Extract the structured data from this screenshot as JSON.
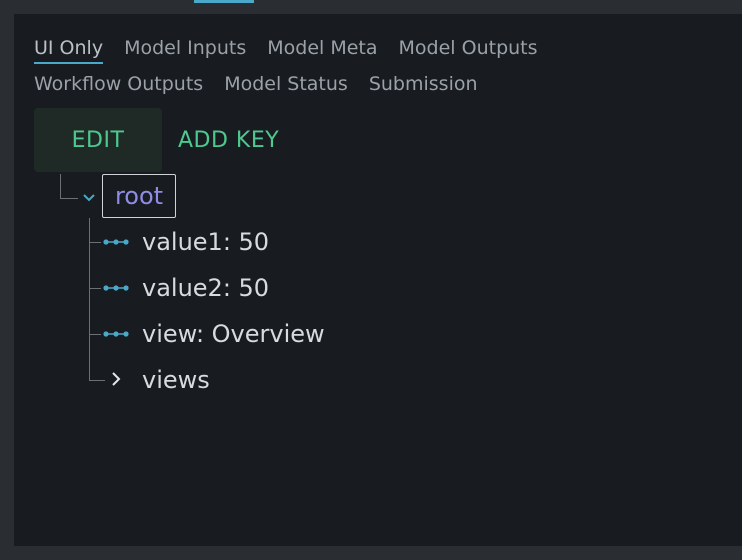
{
  "tabs": [
    {
      "label": "UI Only",
      "active": true
    },
    {
      "label": "Model Inputs",
      "active": false
    },
    {
      "label": "Model Meta",
      "active": false
    },
    {
      "label": "Model Outputs",
      "active": false
    },
    {
      "label": "Workflow Outputs",
      "active": false
    },
    {
      "label": "Model Status",
      "active": false
    },
    {
      "label": "Submission",
      "active": false
    }
  ],
  "actions": {
    "edit_label": "EDIT",
    "add_key_label": "ADD KEY"
  },
  "tree": {
    "root_label": "root",
    "nodes": [
      {
        "text": "value1: 50",
        "icon": "leaf-dots-icon"
      },
      {
        "text": "value2: 50",
        "icon": "leaf-dots-icon"
      },
      {
        "text": "view: Overview",
        "icon": "leaf-dots-icon"
      },
      {
        "text": "views",
        "icon": "chevron-right-icon"
      }
    ]
  },
  "colors": {
    "accent": "#4aa8c8",
    "action": "#4dc98f",
    "root": "#8f8ce6"
  }
}
